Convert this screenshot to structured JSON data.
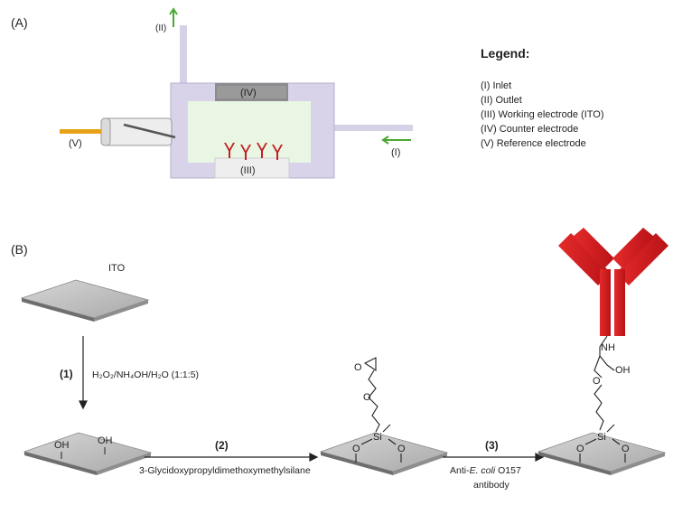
{
  "panel_a": {
    "label": "(A)",
    "callouts": {
      "inlet": "(I)",
      "outlet": "(II)",
      "working": "(III)",
      "counter": "(IV)",
      "reference": "(V)"
    },
    "legend": {
      "title": "Legend:",
      "items": [
        "(I) Inlet",
        "(II) Outlet",
        "(III) Working electrode (ITO)",
        "(IV) Counter electrode",
        "(V) Reference electrode"
      ]
    },
    "colors": {
      "cell_frame": "#d9d3ea",
      "chamber": "#e9f6e3",
      "counter_electrode": "#8a8a8a",
      "reference_tip": "#e6a318",
      "antibody": "#c41e24",
      "flow_arrow": "#4aa832"
    }
  },
  "panel_b": {
    "label": "(B)",
    "ito_label": "ITO",
    "step1": {
      "num": "(1)",
      "reagent": "H₂O₂/NH₄OH/H₂O (1:1:5)"
    },
    "step2": {
      "num": "(2)",
      "reagent": "3-Glycidoxypropyldimethoxymethylsilane"
    },
    "step3": {
      "num": "(3)",
      "reagent_prefix": "Anti-",
      "reagent_italic": "E. coli",
      "reagent_suffix": " O157",
      "reagent_line2": "antibody"
    },
    "chem": {
      "oh": "OH",
      "o": "O",
      "si": "Si",
      "nh": "NH"
    },
    "colors": {
      "plate_top": "#c9c9c9",
      "antibody": "#d2161d"
    }
  }
}
